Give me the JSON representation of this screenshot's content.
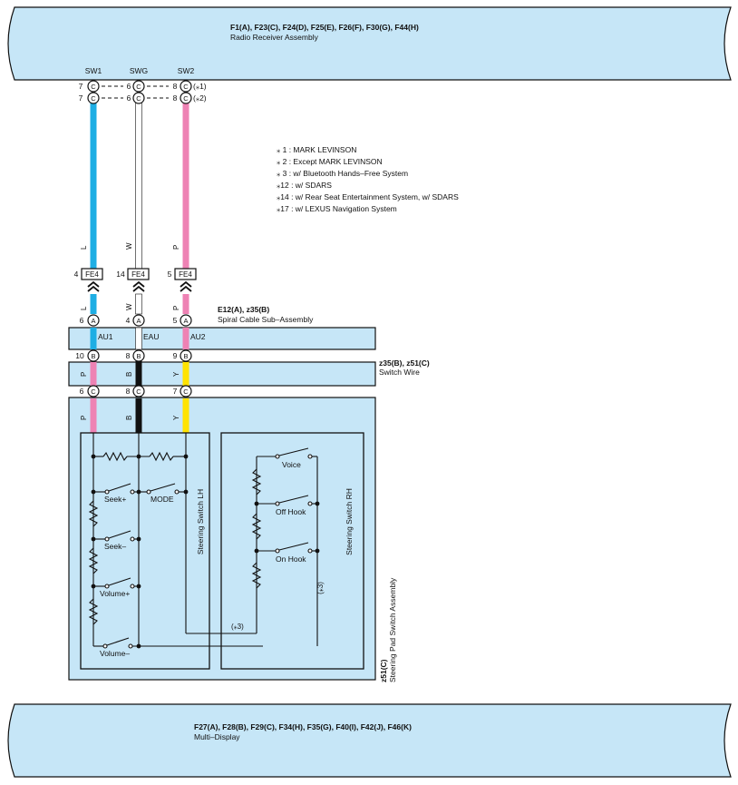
{
  "top_component": {
    "connectors": "F1(A), F23(C), F24(D), F25(E), F26(F), F30(G), F44(H)",
    "name": "Radio Receiver Assembly"
  },
  "bottom_component": {
    "connectors": "F27(A), F28(B), F29(C), F34(H), F35(G), F40(I), F42(J), F46(K)",
    "name": "Multi–Display"
  },
  "terminals": {
    "sw1": "SW1",
    "swg": "SWG",
    "sw2": "SW2"
  },
  "radio_pins": [
    {
      "a": "7",
      "b": "6",
      "c": "8",
      "conn": "C",
      "note": "(\u00021)"
    },
    {
      "a": "7",
      "b": "6",
      "c": "8",
      "conn": "C",
      "note": "(\u00022)"
    }
  ],
  "notes": [
    "\u0002 1 : MARK LEVINSON",
    "\u0002 2 : Except MARK LEVINSON",
    "\u0002 3 : w/ Bluetooth Hands–Free System",
    "\u000212 : w/ SDARS",
    "\u000214 : w/ Rear Seat Entertainment System,  w/ SDARS",
    "\u000217 : w/ LEXUS Navigation System"
  ],
  "wire_colors": {
    "l": "L",
    "w": "W",
    "p": "P",
    "b": "B",
    "y": "Y"
  },
  "colors": {
    "blue": "#1eaee4",
    "pink": "#ee82b4",
    "yellow": "#ffe300",
    "black": "#111111",
    "panel": "#c6e6f7"
  },
  "junction": {
    "name": "FE4",
    "pins": [
      "4",
      "14",
      "5"
    ]
  },
  "spiral_cable": {
    "connectors": "E12(A), z35(B)",
    "name": "Spiral Cable Sub–Assembly",
    "pins_in": [
      "6",
      "4",
      "5"
    ],
    "conn_in": "A",
    "pins_out": [
      "10",
      "8",
      "9"
    ],
    "conn_out": "B",
    "signals": [
      "AU1",
      "EAU",
      "AU2"
    ]
  },
  "switch_wire": {
    "connectors": "z35(B), z51(C)",
    "name": "Switch Wire",
    "pins_out": [
      "6",
      "8",
      "7"
    ],
    "conn_out": "C"
  },
  "assembly": {
    "connector": "z51(C)",
    "name": "Steering Pad Switch Assembly"
  },
  "lh": {
    "label": "Steering Switch LH",
    "switches": [
      "Seek+",
      "MODE",
      "Seek–",
      "Volume+",
      "Volume–"
    ]
  },
  "rh": {
    "label": "Steering Switch RH",
    "switches": [
      "Voice",
      "Off Hook",
      "On Hook"
    ],
    "note": "(\u00023)"
  },
  "bridge_note": "(\u00023)"
}
